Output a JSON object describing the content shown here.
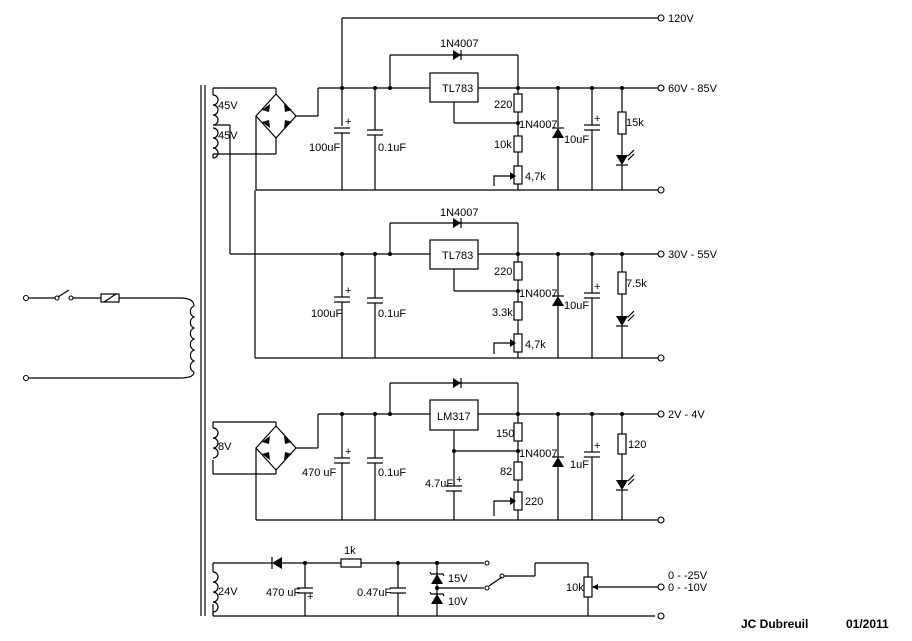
{
  "outputs": {
    "v120": "120V",
    "v60_85": "60V - 85V",
    "v30_55": "30V - 55V",
    "v2_4": "2V - 4V",
    "neg25": "0 -  -25V",
    "neg10": "0 -  -10V"
  },
  "transformer": {
    "w45a": "45V",
    "w45b": "45V",
    "w8": "8V",
    "w24": "24V"
  },
  "stage1": {
    "diode": "1N4007",
    "reg": "TL783",
    "r_top": "220",
    "diode2": "1N4007",
    "r_mid": "10k",
    "pot": "4,7k",
    "cap_bulk": "100uF",
    "cap_small": "0.1uF",
    "cap_out": "10uF",
    "r_led": "15k"
  },
  "stage2": {
    "diode": "1N4007",
    "reg": "TL783",
    "r_top": "220",
    "diode2": "1N4007",
    "r_mid": "3.3k",
    "pot": "4,7k",
    "cap_bulk": "100uF",
    "cap_small": "0.1uF",
    "cap_out": "10uF",
    "r_led": "7.5k"
  },
  "stage3": {
    "reg": "LM317",
    "r_top": "150",
    "diode2": "1N4007",
    "r_mid": "82",
    "pot": "220",
    "cap_adj": "4.7uF",
    "cap_bulk": "470 uF",
    "cap_small": "0.1uF",
    "cap_out": "1uF",
    "r_led": "120"
  },
  "stage4": {
    "cap_bulk": "470 uF",
    "r_series": "1k",
    "cap_small": "0.47uF",
    "zener_a": "15V",
    "zener_b": "10V",
    "pot": "10k"
  },
  "credit": {
    "author": "JC Dubreuil",
    "date": "01/2011"
  }
}
